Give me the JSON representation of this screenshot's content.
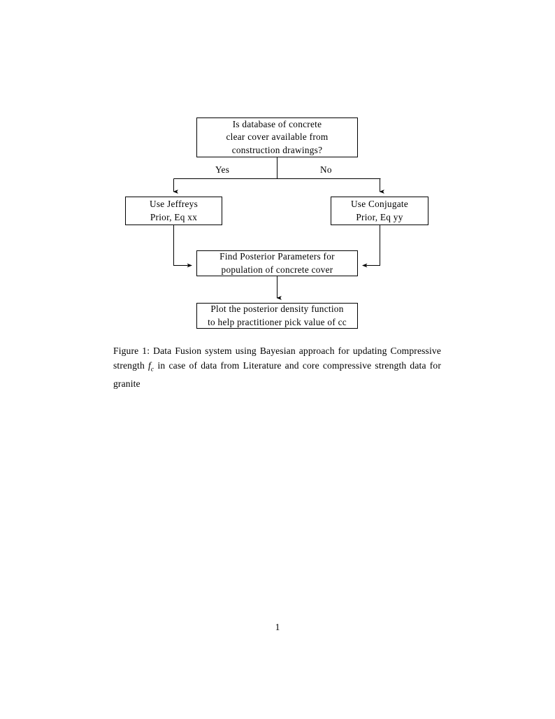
{
  "document": {
    "page_number": "1",
    "background_color": "#ffffff",
    "text_color": "#000000"
  },
  "figure": {
    "id": "figure-1",
    "diagram_type": "flowchart",
    "nodes": [
      {
        "id": "decision",
        "name": "decision-database-available",
        "shape": "rectangle",
        "lines": [
          "Is database of concrete",
          "clear cover available from",
          "construction drawings?"
        ]
      },
      {
        "id": "jeffreys",
        "name": "use-jeffreys-prior",
        "shape": "rectangle",
        "lines": [
          "Use Jeffreys",
          "Prior, Eq xx"
        ]
      },
      {
        "id": "conjugate",
        "name": "use-conjugate-prior",
        "shape": "rectangle",
        "lines": [
          "Use Conjugate",
          "Prior, Eq yy"
        ]
      },
      {
        "id": "posterior",
        "name": "find-posterior-parameters",
        "shape": "rectangle",
        "lines": [
          "Find Posterior Parameters for",
          "population of concrete cover"
        ]
      },
      {
        "id": "plot",
        "name": "plot-posterior-density",
        "shape": "rectangle",
        "lines": [
          "Plot the posterior density function",
          "to help practitioner pick value of cc"
        ]
      }
    ],
    "edge_labels": [
      {
        "id": "yes",
        "text": "Yes",
        "from": "decision",
        "to": "jeffreys"
      },
      {
        "id": "no",
        "text": "No",
        "from": "decision",
        "to": "conjugate"
      }
    ],
    "edges": [
      {
        "from": "decision",
        "to": "jeffreys",
        "label": "Yes",
        "arrow": true
      },
      {
        "from": "decision",
        "to": "conjugate",
        "label": "No",
        "arrow": true
      },
      {
        "from": "jeffreys",
        "to": "posterior",
        "label": "",
        "arrow": true
      },
      {
        "from": "conjugate",
        "to": "posterior",
        "label": "",
        "arrow": true
      },
      {
        "from": "posterior",
        "to": "plot",
        "label": "",
        "arrow": true
      }
    ],
    "line_color": "#000000"
  },
  "caption": {
    "label": "Figure 1:",
    "text_before_math": " Data Fusion system using Bayesian approach for updating Compressive strength ",
    "math_base": "f",
    "math_subscript": "c",
    "text_after_math": " in case of data from Literature and core compressive strength data for granite",
    "full_text": "Figure 1: Data Fusion system using Bayesian approach for updating Compressive strength fc in case of data from Literature and core compressive strength data for granite"
  }
}
